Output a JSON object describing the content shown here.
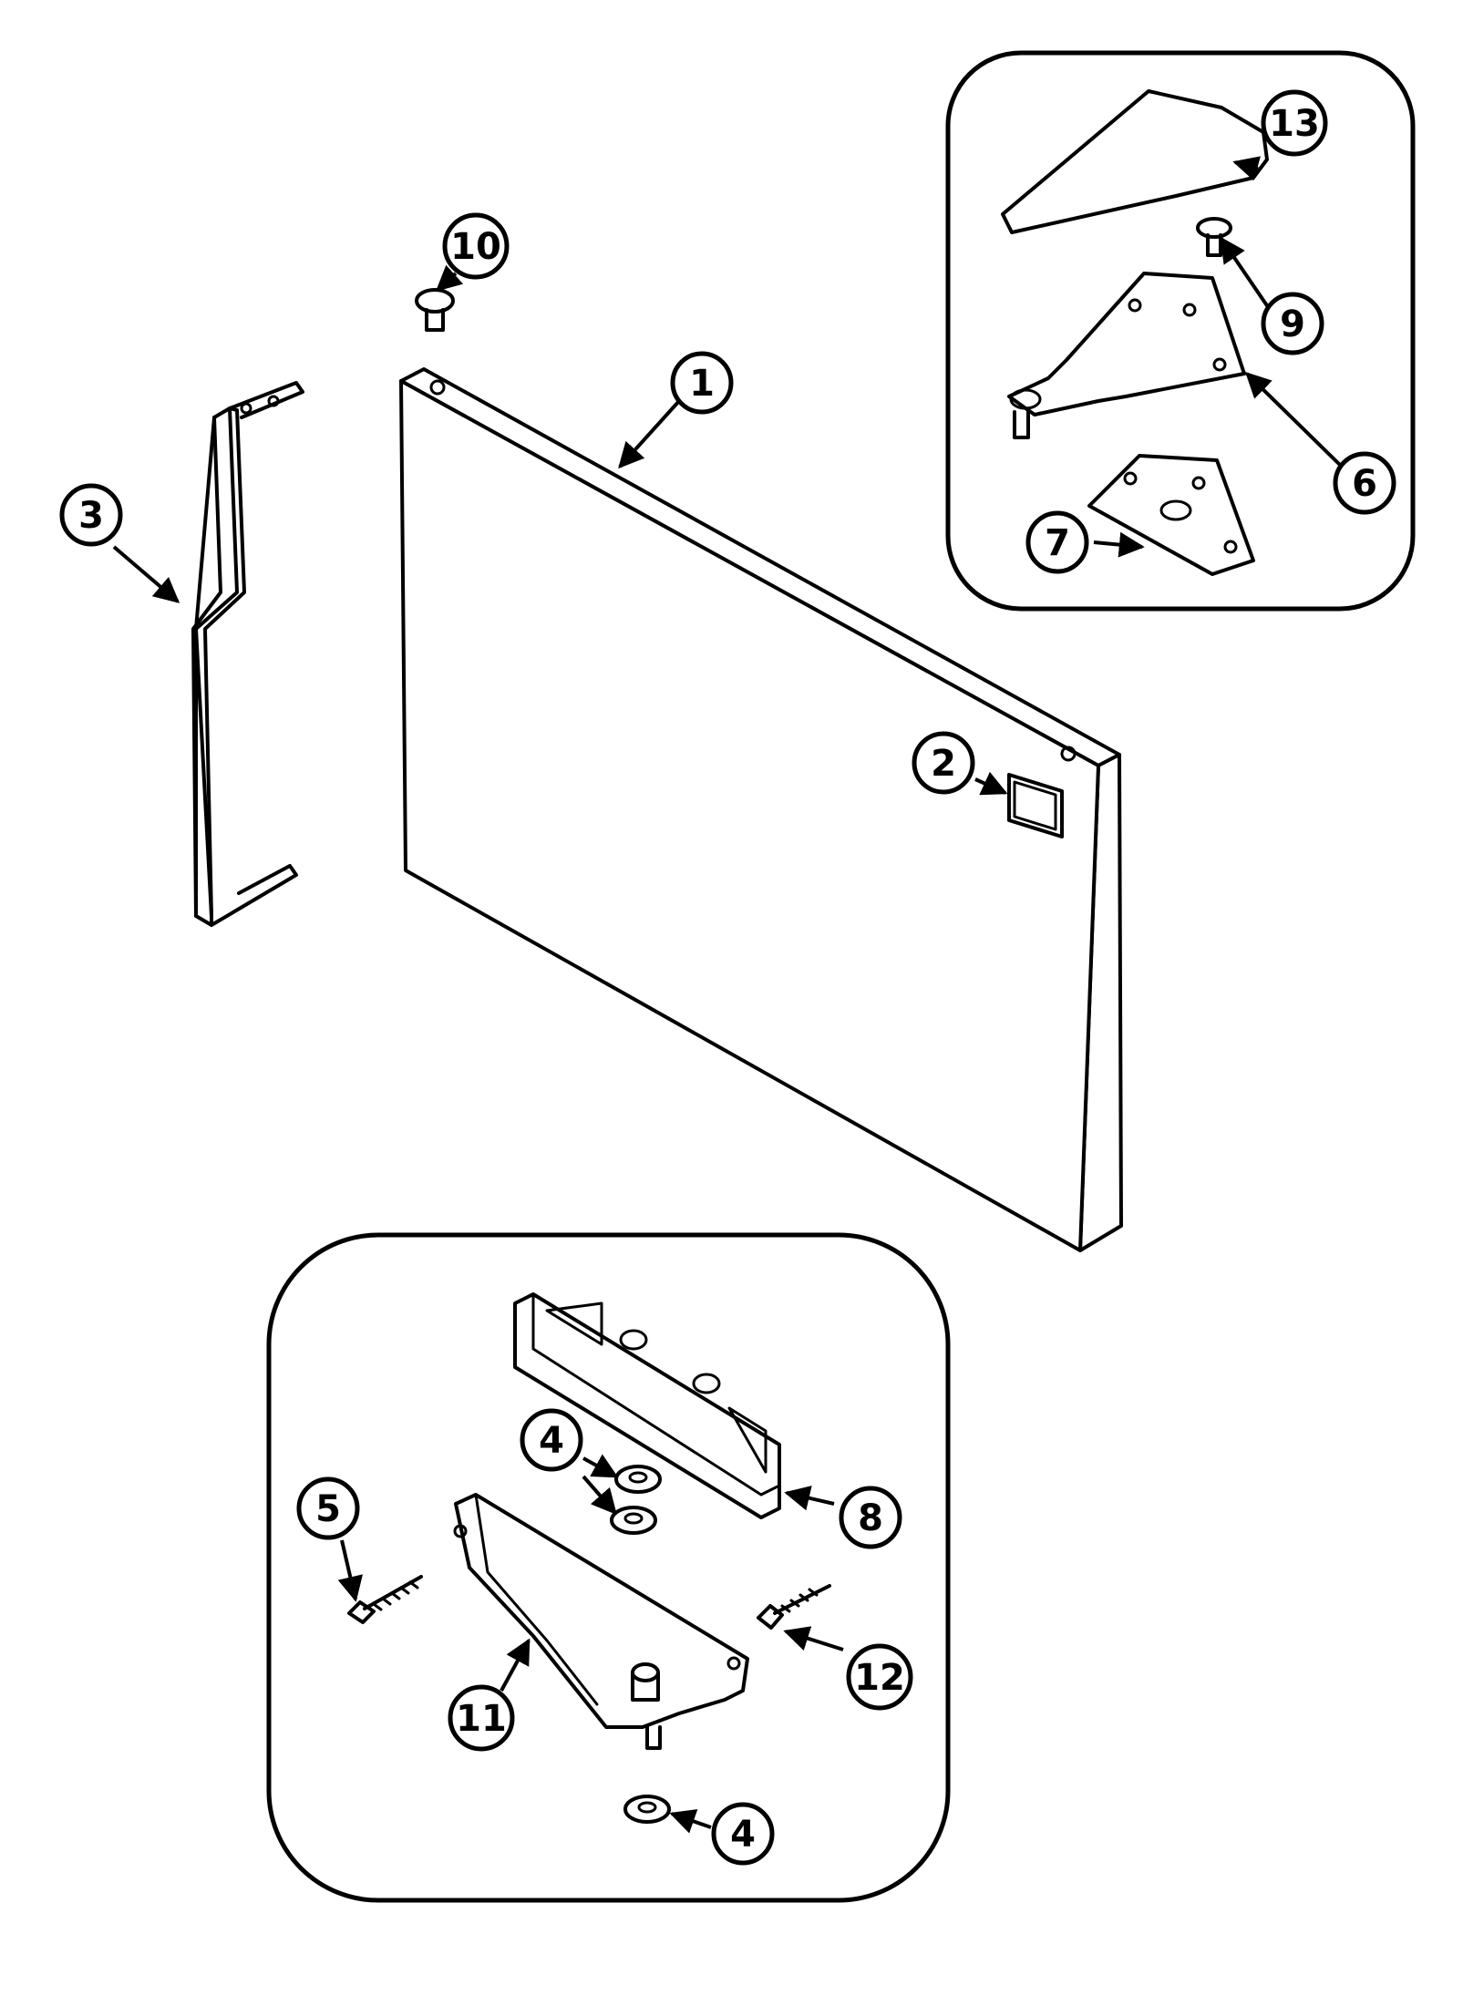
{
  "callouts": [
    {
      "id": "c1",
      "label": "1"
    },
    {
      "id": "c2",
      "label": "2"
    },
    {
      "id": "c3",
      "label": "3"
    },
    {
      "id": "c4a",
      "label": "4"
    },
    {
      "id": "c4b",
      "label": "4"
    },
    {
      "id": "c5",
      "label": "5"
    },
    {
      "id": "c6",
      "label": "6"
    },
    {
      "id": "c7",
      "label": "7"
    },
    {
      "id": "c8",
      "label": "8"
    },
    {
      "id": "c9",
      "label": "9"
    },
    {
      "id": "c10",
      "label": "10"
    },
    {
      "id": "c11",
      "label": "11"
    },
    {
      "id": "c12",
      "label": "12"
    },
    {
      "id": "c13",
      "label": "13"
    }
  ]
}
